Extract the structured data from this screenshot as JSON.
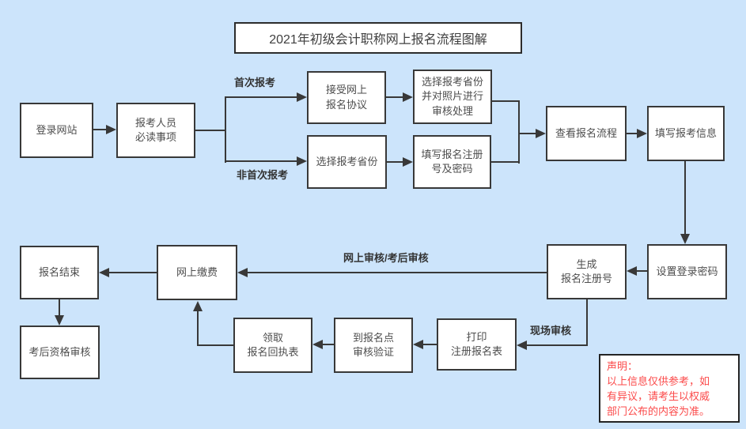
{
  "diagram": {
    "title": "2021年初级会计职称网上报名流程图解",
    "colors": {
      "background": "#cce4fb",
      "box_fill": "#ffffff",
      "line_and_border": "#383838",
      "node_text": "#4d4d4d",
      "edge_label_text": "#333333",
      "disclaimer_text": "#fb4a4a",
      "disclaimer_border": "#242424"
    },
    "nodes": {
      "login": "登录网站",
      "notice": "报考人员\n必读事项",
      "agreement": "接受网上\n报名协议",
      "province_photo": "选择报考省份\n并对照片进行\n审核处理",
      "province": "选择报考省份",
      "reg_number_pwd": "填写报名注册\n号及密码",
      "view_flow": "查看报名流程",
      "fill_info": "填写报考信息",
      "set_password": "设置登录密码",
      "gen_reg_number": "生成\n报名注册号",
      "online_pay": "网上缴费",
      "reg_end": "报名结束",
      "post_exam_check": "考后资格审核",
      "receipt": "领取\n报名回执表",
      "site_verify": "到报名点\n审核验证",
      "print_form": "打印\n注册报名表"
    },
    "edge_labels": {
      "first_time": "首次报考",
      "not_first_time": "非首次报考",
      "online_or_post_review": "网上审核/考后审核",
      "onsite_review": "现场审核"
    },
    "disclaimer": {
      "heading": "声明：",
      "body": "以上信息仅供参考，如\n有异议，请考生以权威\n部门公布的内容为准。"
    }
  }
}
